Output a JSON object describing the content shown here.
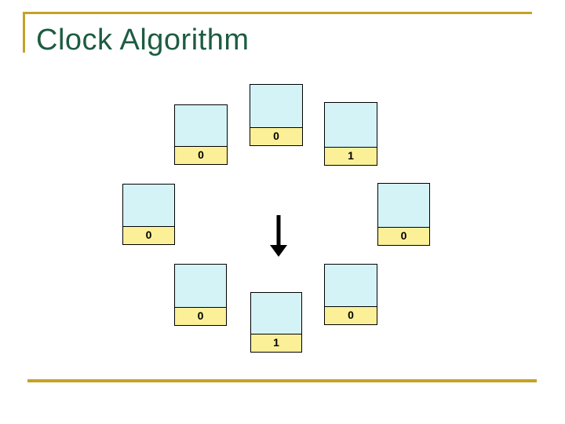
{
  "slide": {
    "title": "Clock Algorithm"
  },
  "colors": {
    "title_green": "#1D5C42",
    "rule_gold": "#C4A227",
    "frame_cyan": "#D4F3F6",
    "bit_yellow": "#FBF098",
    "arrow_black": "#000000"
  },
  "diagram": {
    "description": "eight page frames arranged in a clock circle with a downward clock-hand arrow in the center",
    "frames": [
      {
        "position": "top",
        "bit": "0"
      },
      {
        "position": "top-right",
        "bit": "1"
      },
      {
        "position": "right",
        "bit": "0"
      },
      {
        "position": "bottom-right",
        "bit": "0"
      },
      {
        "position": "bottom",
        "bit": "1"
      },
      {
        "position": "bottom-left",
        "bit": "0"
      },
      {
        "position": "left",
        "bit": "0"
      },
      {
        "position": "top-left",
        "bit": "0"
      }
    ]
  }
}
